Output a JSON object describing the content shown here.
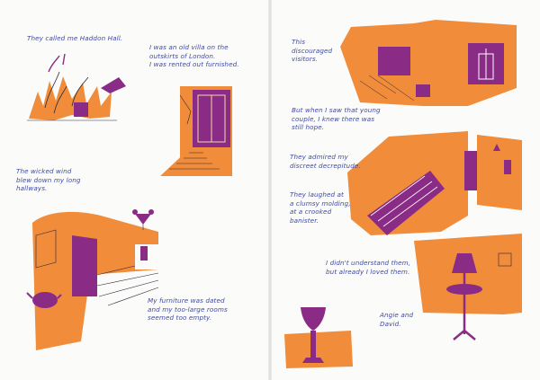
{
  "captions": {
    "c1": "They called me Haddon Hall.",
    "c2": "I was an old villa on the\noutskirts of London.\nI was rented out furnished.",
    "c3": "The wicked wind\nblew down my long\nhallways.",
    "c4": "My furniture was dated\nand my too-large rooms\nseemed too empty.",
    "c5": "This\ndiscouraged\nvisitors.",
    "c6": "But when I saw that young\ncouple, I knew there was\nstill hope.",
    "c7": "They admired my\ndiscreet decrepitude.",
    "c8": "They laughed at\na clumsy molding,\nat a crooked\nbanister.",
    "c9": "I didn't understand them,\nbut already I loved them.",
    "c10": "Angie and\nDavid."
  },
  "colors": {
    "orange": "#f08c3a",
    "purple": "#8a2c86",
    "ink": "#3f49a6",
    "line": "#2c2a3a"
  }
}
